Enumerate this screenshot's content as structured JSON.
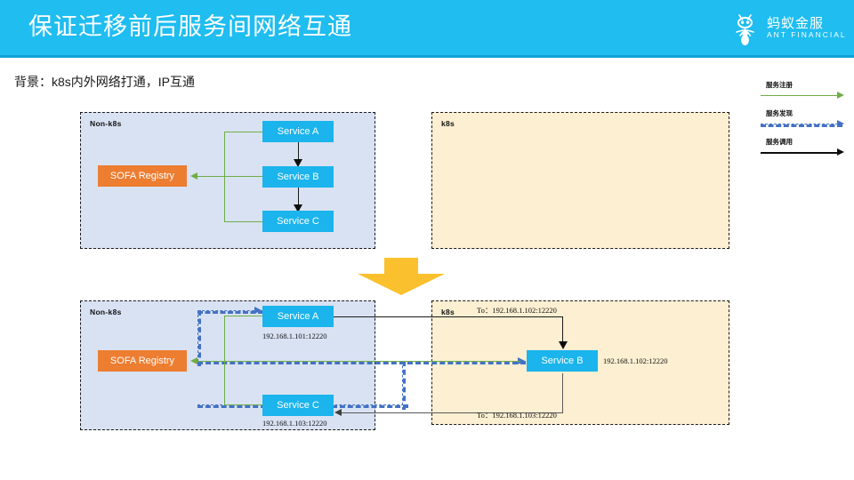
{
  "header": {
    "title": "保证迁移前后服务间网络互通",
    "logo_cn": "蚂蚁金服",
    "logo_en": "ANT FINANCIAL",
    "bg_color": "#1FBDF0"
  },
  "subtitle": "背景：k8s内外网络打通，IP互通",
  "legend": {
    "items": [
      {
        "label": "服务注册",
        "style": "solid",
        "color": "#70AD47"
      },
      {
        "label": "服务发现",
        "style": "dashed",
        "color": "#4472C4"
      },
      {
        "label": "服务调用",
        "style": "solid",
        "color": "#1a1a1a"
      }
    ]
  },
  "diagram_before": {
    "non_k8s": {
      "label": "Non-k8s",
      "nodes": [
        {
          "id": "svc-a",
          "label": "Service A",
          "type": "service"
        },
        {
          "id": "svc-b",
          "label": "Service B",
          "type": "service"
        },
        {
          "id": "svc-c",
          "label": "Service C",
          "type": "service"
        },
        {
          "id": "registry",
          "label": "SOFA Registry",
          "type": "registry"
        }
      ]
    },
    "k8s": {
      "label": "k8s",
      "nodes": []
    }
  },
  "diagram_after": {
    "non_k8s": {
      "label": "Non-k8s",
      "nodes": [
        {
          "id": "svc-a",
          "label": "Service A",
          "type": "service",
          "address": "192.168.1.101:12220"
        },
        {
          "id": "svc-c",
          "label": "Service C",
          "type": "service",
          "address": "192.168.1.103:12220"
        },
        {
          "id": "registry",
          "label": "SOFA Registry",
          "type": "registry"
        }
      ]
    },
    "k8s": {
      "label": "k8s",
      "nodes": [
        {
          "id": "svc-b",
          "label": "Service B",
          "type": "service",
          "address": "192.168.1.102:12220"
        }
      ],
      "call_labels": {
        "top": "To：192.168.1.102:12220",
        "bottom": "To：192.168.1.103:12220"
      }
    }
  },
  "transition_arrow": {
    "color": "#FBC02D",
    "direction": "down"
  },
  "colors": {
    "service": "#1BB4EC",
    "registry": "#ED7D31",
    "non_k8s_panel": "#D9E2F3",
    "k8s_panel": "#FCEFD2",
    "register_line": "#70AD47",
    "discovery_line": "#4472C4",
    "call_line": "#1a1a1a"
  }
}
